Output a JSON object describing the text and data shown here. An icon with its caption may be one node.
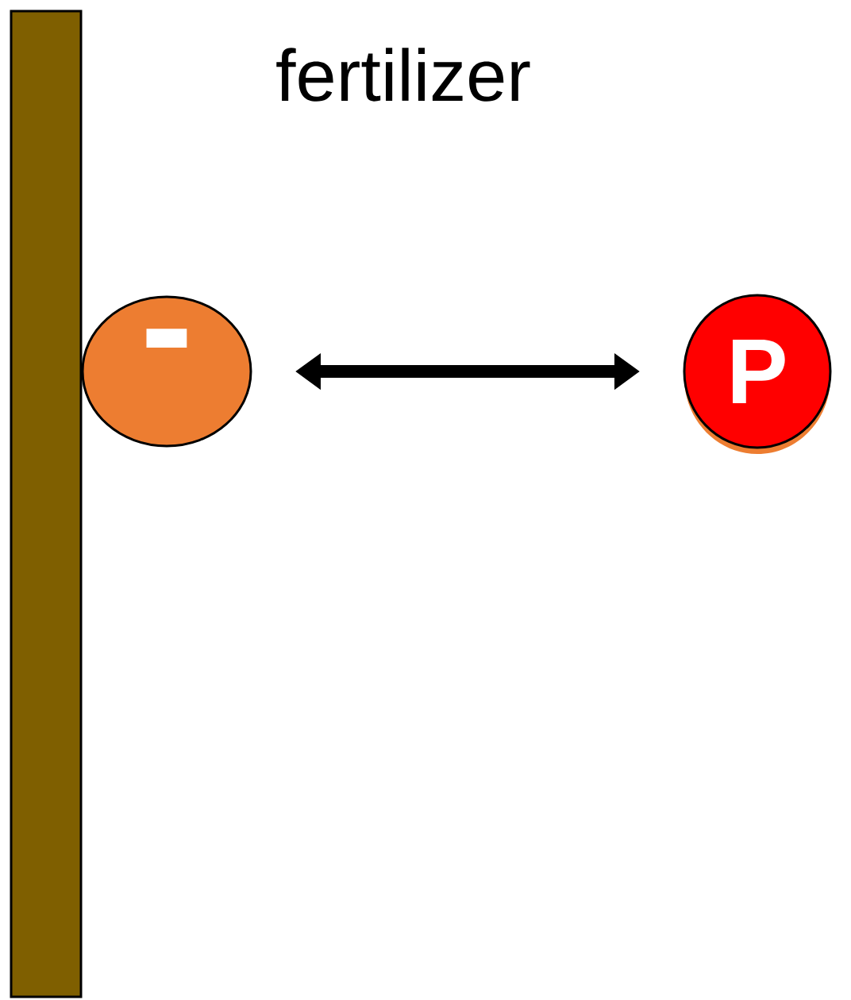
{
  "diagram": {
    "title": "fertilizer",
    "nodes": [
      {
        "text": [],
        "shape": "bar"
      },
      {
        "text": [
          "-"
        ]
      },
      {
        "text": [
          "P"
        ]
      }
    ],
    "edges": [
      {
        "from": 1,
        "to": 2,
        "arrow": "both"
      }
    ]
  }
}
